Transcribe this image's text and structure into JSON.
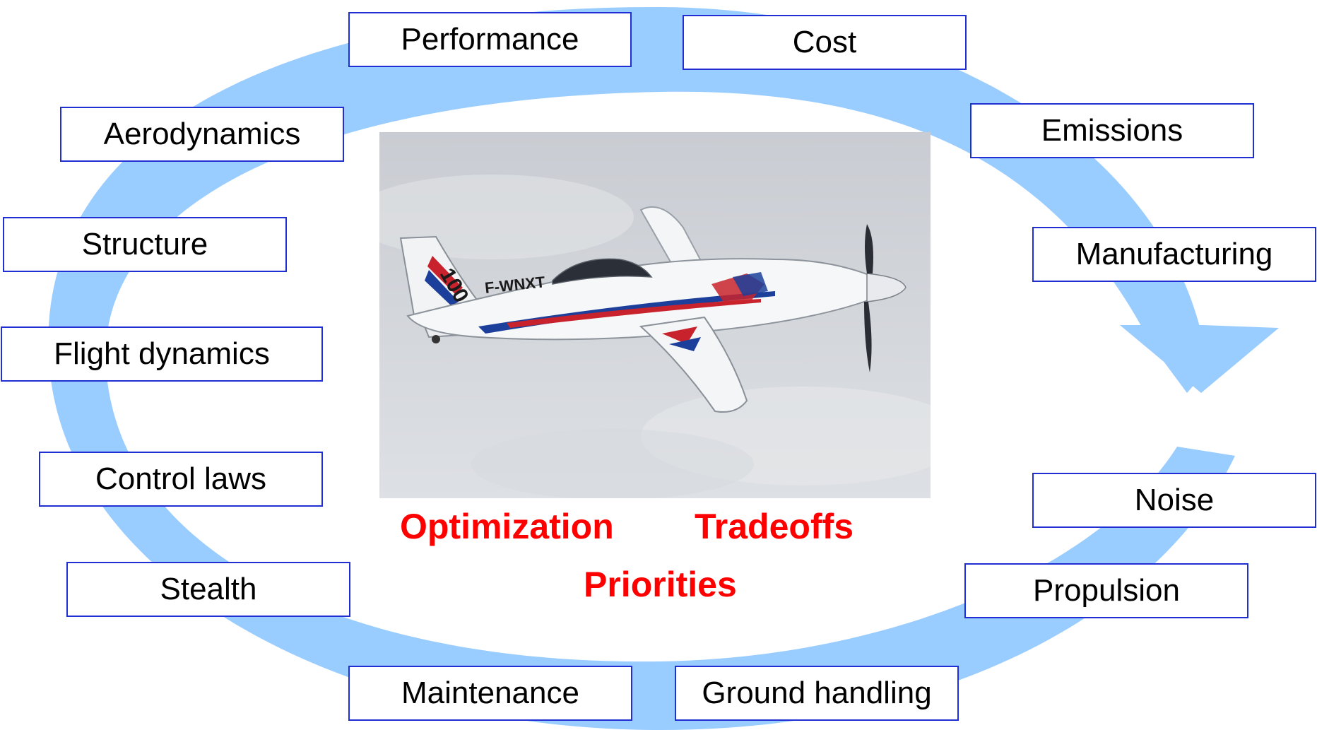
{
  "colors": {
    "arrow": "#99ccff",
    "box_border": "#1f2fd4",
    "emphasis_text": "#ff0000"
  },
  "disciplines": {
    "performance": "Performance",
    "cost": "Cost",
    "aerodynamics": "Aerodynamics",
    "emissions": "Emissions",
    "structure": "Structure",
    "manufacturing": "Manufacturing",
    "flight_dynamics": "Flight dynamics",
    "control_laws": "Control laws",
    "noise": "Noise",
    "stealth": "Stealth",
    "propulsion": "Propulsion",
    "maintenance": "Maintenance",
    "ground_handling": "Ground handling"
  },
  "center": {
    "optimization": "Optimization",
    "tradeoffs": "Tradeoffs",
    "priorities": "Priorities"
  },
  "photo": {
    "registration": "F-WNXT",
    "race_number": "100",
    "sky_top": "#c9ccd2",
    "sky_bottom": "#dde0e4"
  }
}
